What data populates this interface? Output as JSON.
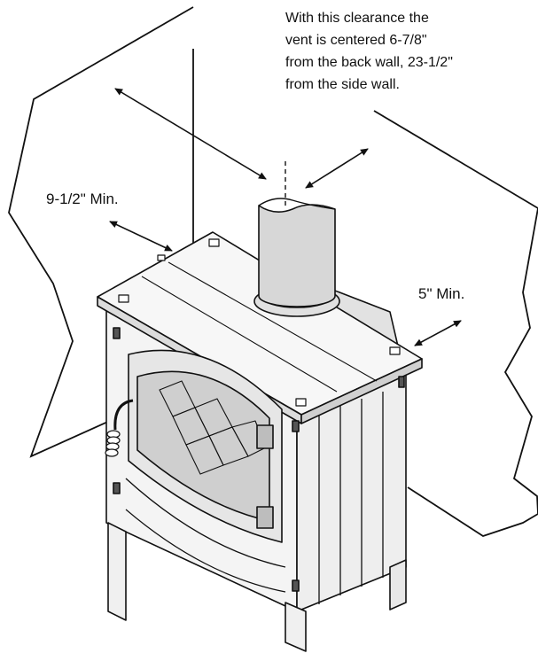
{
  "figure": {
    "note_text": "With this clearance the\nvent is centered 6-7/8\"\nfrom the back wall, 23-1/2\"\nfrom the side wall.",
    "side_clearance_label": "9-1/2\" Min.",
    "rear_clearance_label": "5\" Min."
  },
  "colors": {
    "line": "#111111",
    "stove_fill": "#f4f4f4",
    "stove_shade": "#d8d8d8",
    "glass": "#c9c9c9",
    "vent": "#d4d4d4"
  }
}
